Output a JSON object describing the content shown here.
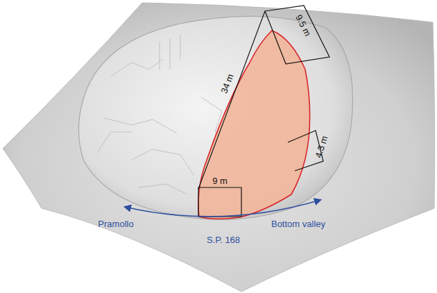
{
  "diagram": {
    "labels": [
      "9.5 m",
      "34 m",
      "4.3 m",
      "9 m",
      "Pramollo",
      "Bottom valley",
      "S.P. 168"
    ]
  }
}
